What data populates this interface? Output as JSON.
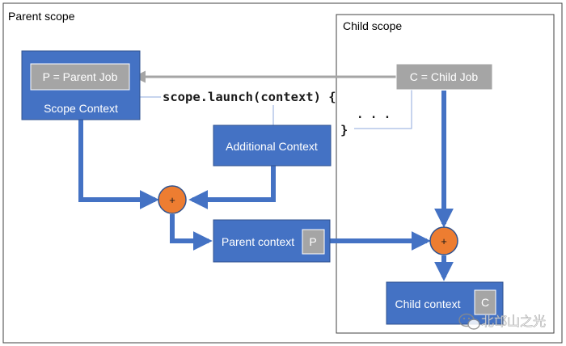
{
  "labels": {
    "parent_scope": "Parent scope",
    "child_scope": "Child scope",
    "parent_job": "P = Parent Job",
    "scope_context": "Scope Context",
    "child_job": "C = Child Job",
    "launch_code": "scope.launch(context) {",
    "ellipsis": ". . .",
    "closing_brace": "}",
    "additional_context": "Additional Context",
    "parent_context": "Parent context",
    "parent_context_badge": "P",
    "child_context": "Child context",
    "child_context_badge": "C",
    "plus_left": "+",
    "plus_right": "+",
    "watermark": "北邙山之光"
  },
  "colors": {
    "box_blue": "#4472C4",
    "box_border": "#2F528F",
    "gray_box": "#A5A5A5",
    "orange": "#ED7D31",
    "arrow_blue": "#4472C4",
    "arrow_gray": "#A5A5A5",
    "thin_line": "#8FAADC"
  },
  "icons": {
    "watermark_icon": "wechat-icon"
  }
}
